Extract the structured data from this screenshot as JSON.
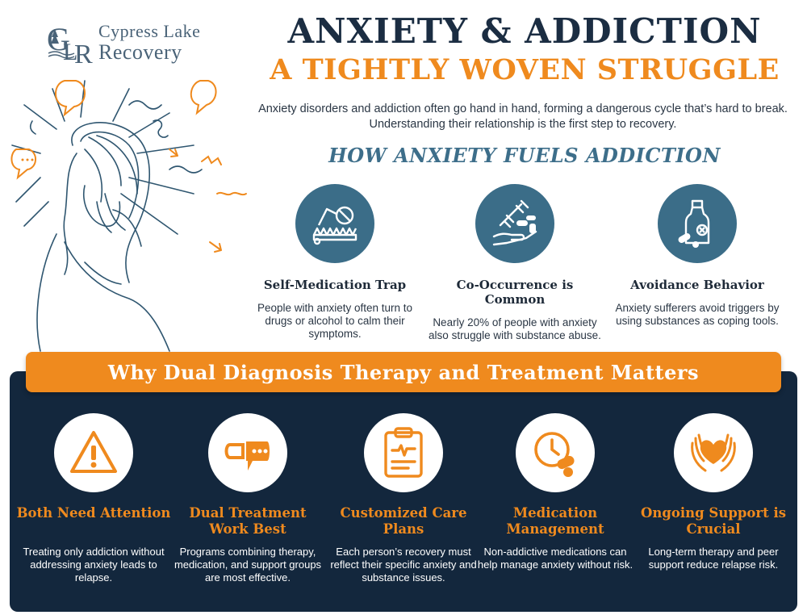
{
  "logo": {
    "monogram": "CLR",
    "line1": "Cypress Lake",
    "line2": "Recovery"
  },
  "header": {
    "title": "ANXIETY & ADDICTION",
    "subtitle": "A TIGHTLY WOVEN STRUGGLE",
    "intro": "Anxiety disorders and addiction often go hand in hand, forming a dangerous cycle that’s hard to break. Understanding their relationship is the first step to recovery."
  },
  "fuel_section": {
    "heading": "HOW ANXIETY FUELS ADDICTION",
    "items": [
      {
        "title": "Self-Medication Trap",
        "text": "People with anxiety often turn to drugs or alcohol to calm their symptoms.",
        "icon": "bear-trap-pill-icon"
      },
      {
        "title": "Co-Occurrence is Common",
        "text": "Nearly 20% of people with anxiety also struggle with substance abuse.",
        "icon": "hand-syringe-pills-icon"
      },
      {
        "title": "Avoidance Behavior",
        "text": "Anxiety sufferers avoid triggers by using substances as coping tools.",
        "icon": "bottle-pills-icon"
      }
    ]
  },
  "why_section": {
    "banner": "Why Dual Diagnosis Therapy and Treatment Matters",
    "items": [
      {
        "title": "Both Need Attention",
        "text": "Treating only addiction without addressing anxiety leads to relapse.",
        "icon": "warning-icon"
      },
      {
        "title": "Dual Treatment Work Best",
        "text": "Programs combining therapy, medication, and support groups are most effective.",
        "icon": "pill-chat-icon"
      },
      {
        "title": "Customized Care Plans",
        "text": "Each person’s recovery must reflect their specific anxiety and substance issues.",
        "icon": "clipboard-icon"
      },
      {
        "title": "Medication Management",
        "text": "Non-addictive medications can help manage anxiety without risk.",
        "icon": "clock-pills-icon"
      },
      {
        "title": "Ongoing Support is Crucial",
        "text": "Long-term therapy and peer support reduce relapse risk.",
        "icon": "hands-heart-icon"
      }
    ]
  },
  "colors": {
    "navy": "#1b2d42",
    "orange": "#ef8a1e",
    "teal": "#3b6d88",
    "panel": "#13273d"
  }
}
